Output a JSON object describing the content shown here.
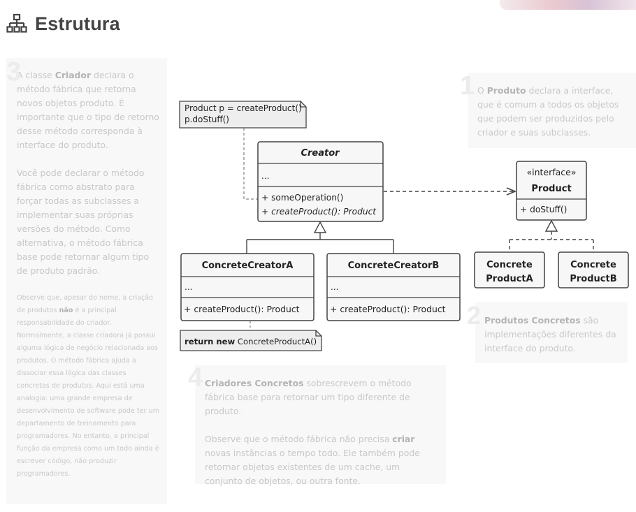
{
  "header": {
    "title": "Estrutura"
  },
  "panels": {
    "p3": {
      "num": "3",
      "para1_strong": "Criador",
      "para1_a": "A classe ",
      "para1_b": " declara o método fábrica que retorna novos objetos produto. É importante que o tipo de retorno desse método corresponda à interface do produto.",
      "para2": "Você pode declarar o método fábrica como abstrato para forçar todas as subclasses a implementar suas próprias versões do método. Como alternativa, o método fábrica base pode retornar algum tipo de produto padrão.",
      "para3_a": "Observe que, apesar do nome, a criação de produtos ",
      "para3_strong": "não",
      "para3_b": " é a principal responsabilidade do criador. Normalmente, a classe criadora já possui alguma lógica de negócio relacionada aos produtos. O método fábrica ajuda a dissociar essa lógica das classes concretas de produtos. Aqui está uma analogia: uma grande empresa de desenvolvimento de software pode ter um departamento de treinamento para programadores. No entanto, a principal função da empresa como um todo ainda é escrever código, não produzir programadores."
    },
    "p1": {
      "num": "1",
      "text_a": "O ",
      "strong": "Produto",
      "text_b": " declara a interface, que é comum a todos os objetos que podem ser produzidos pelo criador e suas subclasses."
    },
    "p2": {
      "num": "2",
      "strong": "Produtos Concretos",
      "text_b": " são implementações diferentes da interface do produto."
    },
    "p4": {
      "num": "4",
      "strong": "Criadores Concretos",
      "text_b": " sobrescrevem o método fábrica base para retornar um tipo diferente de produto.",
      "para2_a": "Observe que o método fábrica não precisa ",
      "para2_strong": "criar",
      "para2_b": " novas instâncias o tempo todo. Ele também pode retornar objetos existentes de um cache, um conjunto de objetos, ou outra fonte."
    }
  },
  "diagram": {
    "note_top": {
      "line1": "Product p = createProduct()",
      "line2": "p.doStuff()"
    },
    "creator": {
      "name": "Creator",
      "fields": "...",
      "method1": "+ someOperation()",
      "method2": "+ createProduct(): Product"
    },
    "product": {
      "stereotype": "«interface»",
      "name": "Product",
      "method": "+ doStuff()"
    },
    "creator_a": {
      "name": "ConcreteCreatorA",
      "fields": "...",
      "method": "+ createProduct(): Product"
    },
    "creator_b": {
      "name": "ConcreteCreatorB",
      "fields": "...",
      "method": "+ createProduct(): Product"
    },
    "product_a": {
      "line1": "Concrete",
      "line2": "ProductA"
    },
    "product_b": {
      "line1": "Concrete",
      "line2": "ProductB"
    },
    "note_bottom": {
      "keyword": "return new",
      "text": " ConcreteProductA()"
    }
  },
  "colors": {
    "box_fill": "#f7f7f7",
    "box_stroke": "#444444",
    "note_fill": "#eeeeee",
    "panel_bg": "#f8f8f8",
    "panel_text": "#c8c8c8"
  }
}
